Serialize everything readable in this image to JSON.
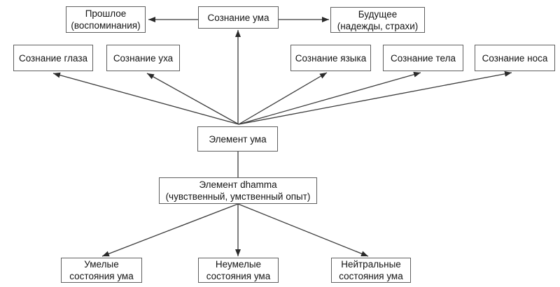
{
  "diagram": {
    "language": "ru",
    "background": "#ffffff",
    "colors": {
      "box_border": "#5f5f5f",
      "box_fill": "#ffffff",
      "line": "#3c3c3c",
      "text": "#141414"
    }
  },
  "nodes": {
    "past": {
      "line1": "Прошлое",
      "line2": "(воспоминания)"
    },
    "mind_consciousness": {
      "line1": "Сознание ума"
    },
    "future": {
      "line1": "Будущее",
      "line2": "(надежды, страхи)"
    },
    "eye_consciousness": {
      "line1": "Сознание глаза"
    },
    "ear_consciousness": {
      "line1": "Сознание уха"
    },
    "tongue_consciousness": {
      "line1": "Сознание языка"
    },
    "body_consciousness": {
      "line1": "Сознание тела"
    },
    "nose_consciousness": {
      "line1": "Сознание носа"
    },
    "mind_element": {
      "line1": "Элемент ума"
    },
    "dhamma_element": {
      "line1": "Элемент dhamma",
      "line2": "(чувственный, умственный опыт)"
    },
    "skillful_states": {
      "line1": "Умелые",
      "line2": "состояния ума"
    },
    "unskillful_states": {
      "line1": "Неумелые",
      "line2": "состояния ума"
    },
    "neutral_states": {
      "line1": "Нейтральные",
      "line2": "состояния ума"
    }
  },
  "edges": [
    {
      "from": "mind_consciousness",
      "to": "past",
      "arrow": "to"
    },
    {
      "from": "mind_consciousness",
      "to": "future",
      "arrow": "to"
    },
    {
      "from": "mind_element",
      "to": "mind_consciousness",
      "arrow": "to"
    },
    {
      "from": "mind_element",
      "to": "eye_consciousness",
      "arrow": "to"
    },
    {
      "from": "mind_element",
      "to": "ear_consciousness",
      "arrow": "to"
    },
    {
      "from": "mind_element",
      "to": "tongue_consciousness",
      "arrow": "to"
    },
    {
      "from": "mind_element",
      "to": "body_consciousness",
      "arrow": "to"
    },
    {
      "from": "mind_element",
      "to": "nose_consciousness",
      "arrow": "to"
    },
    {
      "from": "mind_element",
      "to": "dhamma_element",
      "arrow": "none"
    },
    {
      "from": "dhamma_element",
      "to": "skillful_states",
      "arrow": "to"
    },
    {
      "from": "dhamma_element",
      "to": "unskillful_states",
      "arrow": "to"
    },
    {
      "from": "dhamma_element",
      "to": "neutral_states",
      "arrow": "to"
    }
  ]
}
